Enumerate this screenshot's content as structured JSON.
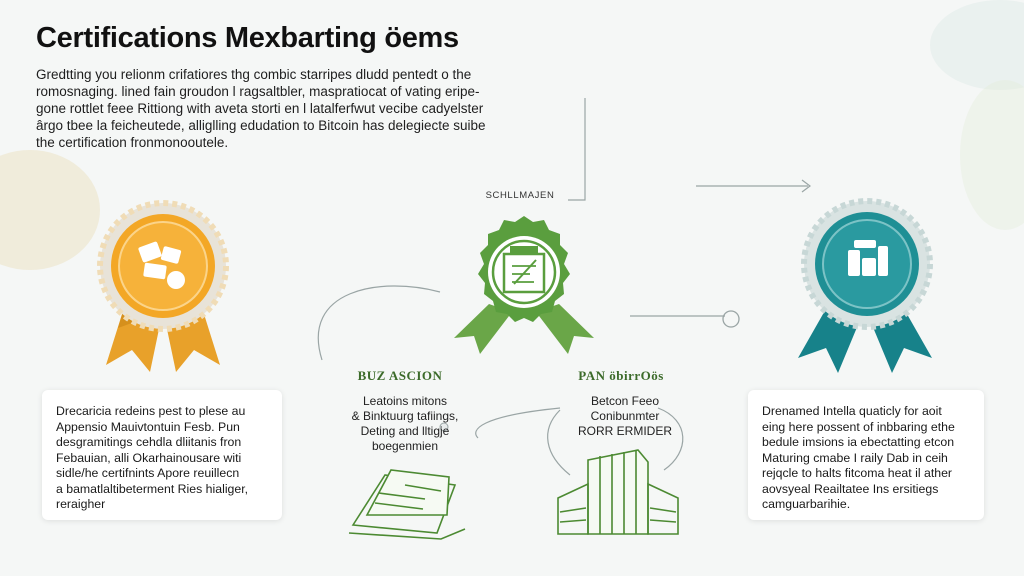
{
  "page": {
    "title": "Certifications Mexbarting öems",
    "intro_lines": [
      "Gredtting  you relionm crifatiores thg combic starripes dludd pentedt o the",
      "romosnaging. lined fain groudon l ragsaltbler, maspratiocat of vating eripe-",
      "gone rottlet feee Rittiong with aveta storti en l latalferfwut vecibe cadyelster",
      "ârgo tbee  la feicheutede, alliglling edudation to Bitcoin has delegiecte suibe",
      "the certification fronmonooutele."
    ]
  },
  "center_badge": {
    "top_label": "SCHLLMAJEN",
    "left_label": "BUZ ASCION",
    "right_label": "PAN öbirrOös",
    "left_text": [
      "Leatoins mitons",
      "& Binktuurg tafiings,",
      "Deting and lltigje",
      "boegenmien"
    ],
    "right_text": [
      "Betcon Feeo",
      "Conibunmter",
      "RORR ERMIDER"
    ],
    "color": "#5a9e3e"
  },
  "left_badge": {
    "color": "#f2a72e",
    "ribbon": "#e8a12a"
  },
  "right_badge": {
    "color": "#1f8f95",
    "ribbon": "#17828a"
  },
  "cards": {
    "left": [
      "Drecaricia redeins pest to plese au",
      "Appensio Mauivtontuin Fesb. Pun",
      "desgramitings cehdla dliitanis fron",
      "Febauian, alli Okarhainousare witi",
      "sidle/he certifnints Apore reuillecn",
      "a bamatlaltibeterment Ries hialiger,",
      "reraigher"
    ],
    "right": [
      "Drenamed Intella quaticly for aoit",
      "eing here possent of inbbaring ethe",
      "bedule imsions ia ebectatting etcon",
      "Maturing  cmabe I raily Dab in ceih",
      "rejqcle to halts fitcoma heat il ather",
      "aovsyeal Reailtatee Ins ersitiegs",
      "camguarbarihie."
    ]
  }
}
